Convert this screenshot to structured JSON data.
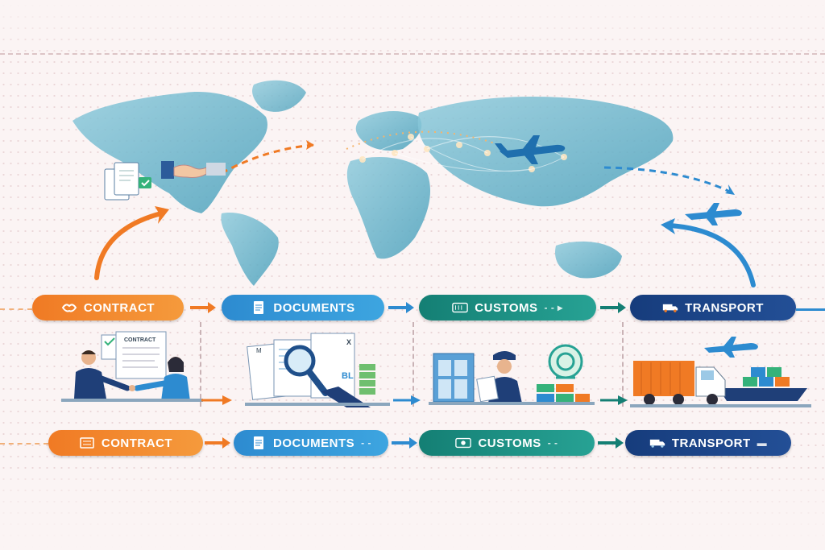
{
  "flow_row_top": {
    "steps": [
      {
        "id": "contract",
        "label": "CONTRACT",
        "color": "#f07a24",
        "icon": "handshake-icon"
      },
      {
        "id": "documents",
        "label": "DOCUMENTS",
        "color": "#2d8bd0",
        "icon": "document-icon"
      },
      {
        "id": "customs",
        "label": "CUSTOMS",
        "color": "#147f74",
        "icon": "customs-icon"
      },
      {
        "id": "transport",
        "label": "TRANSPORT",
        "color": "#163c7c",
        "icon": "truck-icon"
      }
    ]
  },
  "flow_row_bottom": {
    "steps": [
      {
        "id": "contract",
        "label": "CONTRACT",
        "color": "#f07a24",
        "icon": "document-icon"
      },
      {
        "id": "documents",
        "label": "DOCUMENTS",
        "color": "#2d8bd0",
        "icon": "document-icon"
      },
      {
        "id": "customs",
        "label": "CUSTOMS",
        "color": "#147f74",
        "icon": "customs-icon"
      },
      {
        "id": "transport",
        "label": "TRANSPORT",
        "color": "#163c7c",
        "icon": "truck-icon"
      }
    ]
  },
  "scenes": {
    "contract_doc_label": "CONTRACT",
    "documents_bl_label": "BL",
    "documents_m_label": "M",
    "documents_x_label": "X"
  },
  "colors": {
    "map": "#6fb6cc",
    "route_orange": "#f07a24",
    "route_blue": "#2d8bd0"
  }
}
